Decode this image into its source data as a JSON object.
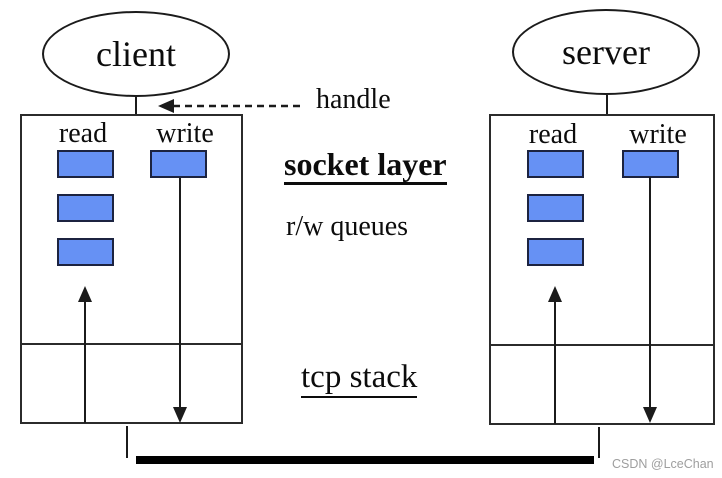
{
  "nodes": {
    "client": {
      "label": "client",
      "read_label": "read",
      "write_label": "write",
      "read_queue_count": 3,
      "write_queue_count": 1
    },
    "server": {
      "label": "server",
      "read_label": "read",
      "write_label": "write",
      "read_queue_count": 3,
      "write_queue_count": 1
    }
  },
  "annotations": {
    "handle": "handle",
    "socket_layer": "socket layer",
    "rw_queues": "r/w queues",
    "tcp_stack": "tcp stack"
  },
  "watermark": "CSDN @LceChan",
  "colors": {
    "line": "#1b1b1b",
    "queue_fill": "#6691f4",
    "queue_border": "#1c2340",
    "wire_bar": "#000000",
    "watermark": "#9e9e9e",
    "background": "#ffffff"
  }
}
